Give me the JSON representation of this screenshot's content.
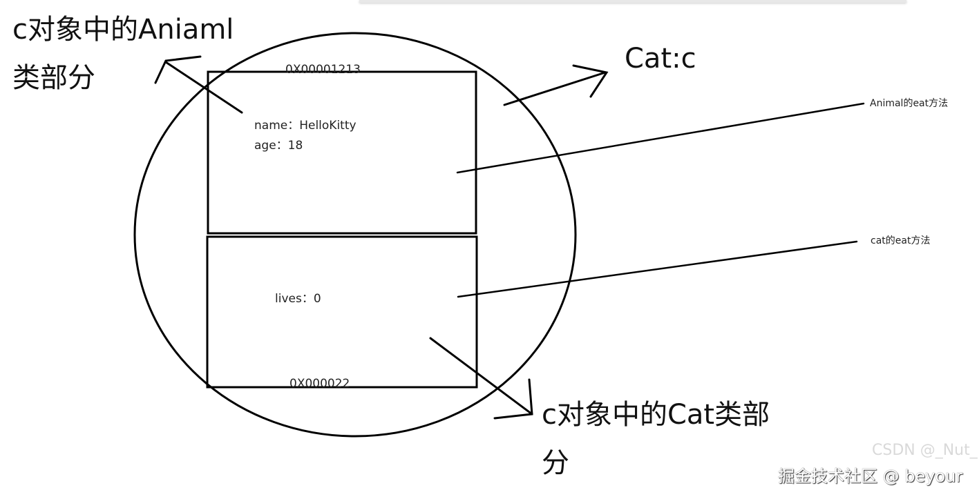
{
  "labels": {
    "animal_part": "c对象中的Aniaml类部分",
    "animal_part_line1": "c对象中的Aniaml",
    "animal_part_line2": "类部分",
    "object": "Cat:c",
    "cat_part_line1": "c对象中的Cat类部",
    "cat_part_line2": "分",
    "addr_top": "0X00001213",
    "addr_bottom": "0X000022",
    "name_field": "name：HelloKitty",
    "age_field": "age：18",
    "lives_field": "lives：0",
    "animal_eat": "Animal的eat方法",
    "cat_eat": "cat的eat方法"
  },
  "watermarks": {
    "primary": "掘金技术社区 @ beyour",
    "secondary": "CSDN @_Nut_"
  }
}
